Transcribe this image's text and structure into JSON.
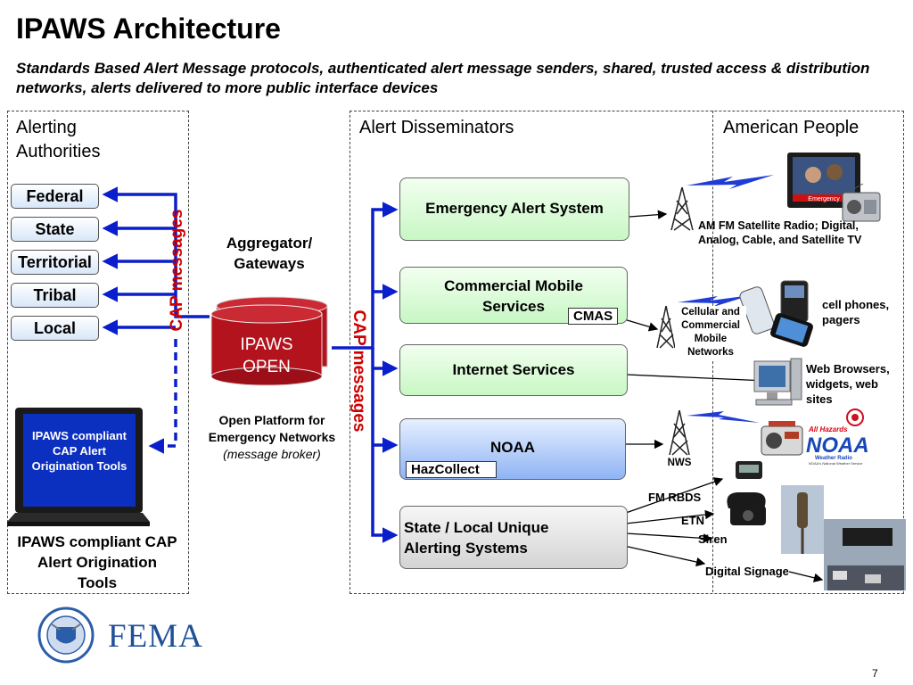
{
  "header": {
    "title": "IPAWS Architecture",
    "subtitle": "Standards Based Alert Message protocols, authenticated alert message senders, shared, trusted access & distribution networks, alerts delivered to more public interface devices"
  },
  "sections": {
    "alerting_authorities": "Alerting Authorities",
    "alert_disseminators": "Alert Disseminators",
    "american_people": "American People"
  },
  "authorities": [
    "Federal",
    "State",
    "Territorial",
    "Tribal",
    "Local"
  ],
  "left_panel": {
    "cap_label_vertical": "CAP messages",
    "laptop_screen_text": "IPAWS compliant CAP Alert Origination Tools",
    "laptop_caption": "IPAWS compliant CAP Alert Origination Tools"
  },
  "aggregator": {
    "label": "Aggregator/ Gateways",
    "cylinder_text": "IPAWS OPEN",
    "platform": "Open Platform for Emergency Networks",
    "broker": "(message broker)",
    "cap_label_vertical": "CAP messages"
  },
  "disseminators": {
    "eas": "Emergency Alert System",
    "cms": "Commercial Mobile Services",
    "cmas": "CMAS",
    "internet": "Internet Services",
    "noaa": "NOAA",
    "hazcollect": "HazCollect",
    "state_local": "State / Local Unique Alerting Systems"
  },
  "outputs": {
    "radio_tv": "AM FM Satellite Radio; Digital, Analog, Cable, and Satellite TV",
    "cell_networks": "Cellular and Commercial Mobile Networks",
    "cell_phones": "cell phones, pagers",
    "web": "Web Browsers, widgets, web sites",
    "nws": "NWS",
    "fm_rbds": "FM RBDS",
    "etn": "ETN",
    "siren": "Siren",
    "signage": "Digital Signage",
    "tv_banner": "Emergency",
    "noaa_logo": "All Hazards NOAA Weather Radio",
    "noaa_logo_sub": "NOAA's National Weather Service"
  },
  "footer": {
    "agency": "FEMA",
    "page_number": "7"
  },
  "colors": {
    "flow_blue": "#0a1ecc",
    "cap_red": "#d00000",
    "ipaws_red": "#b3131d"
  }
}
